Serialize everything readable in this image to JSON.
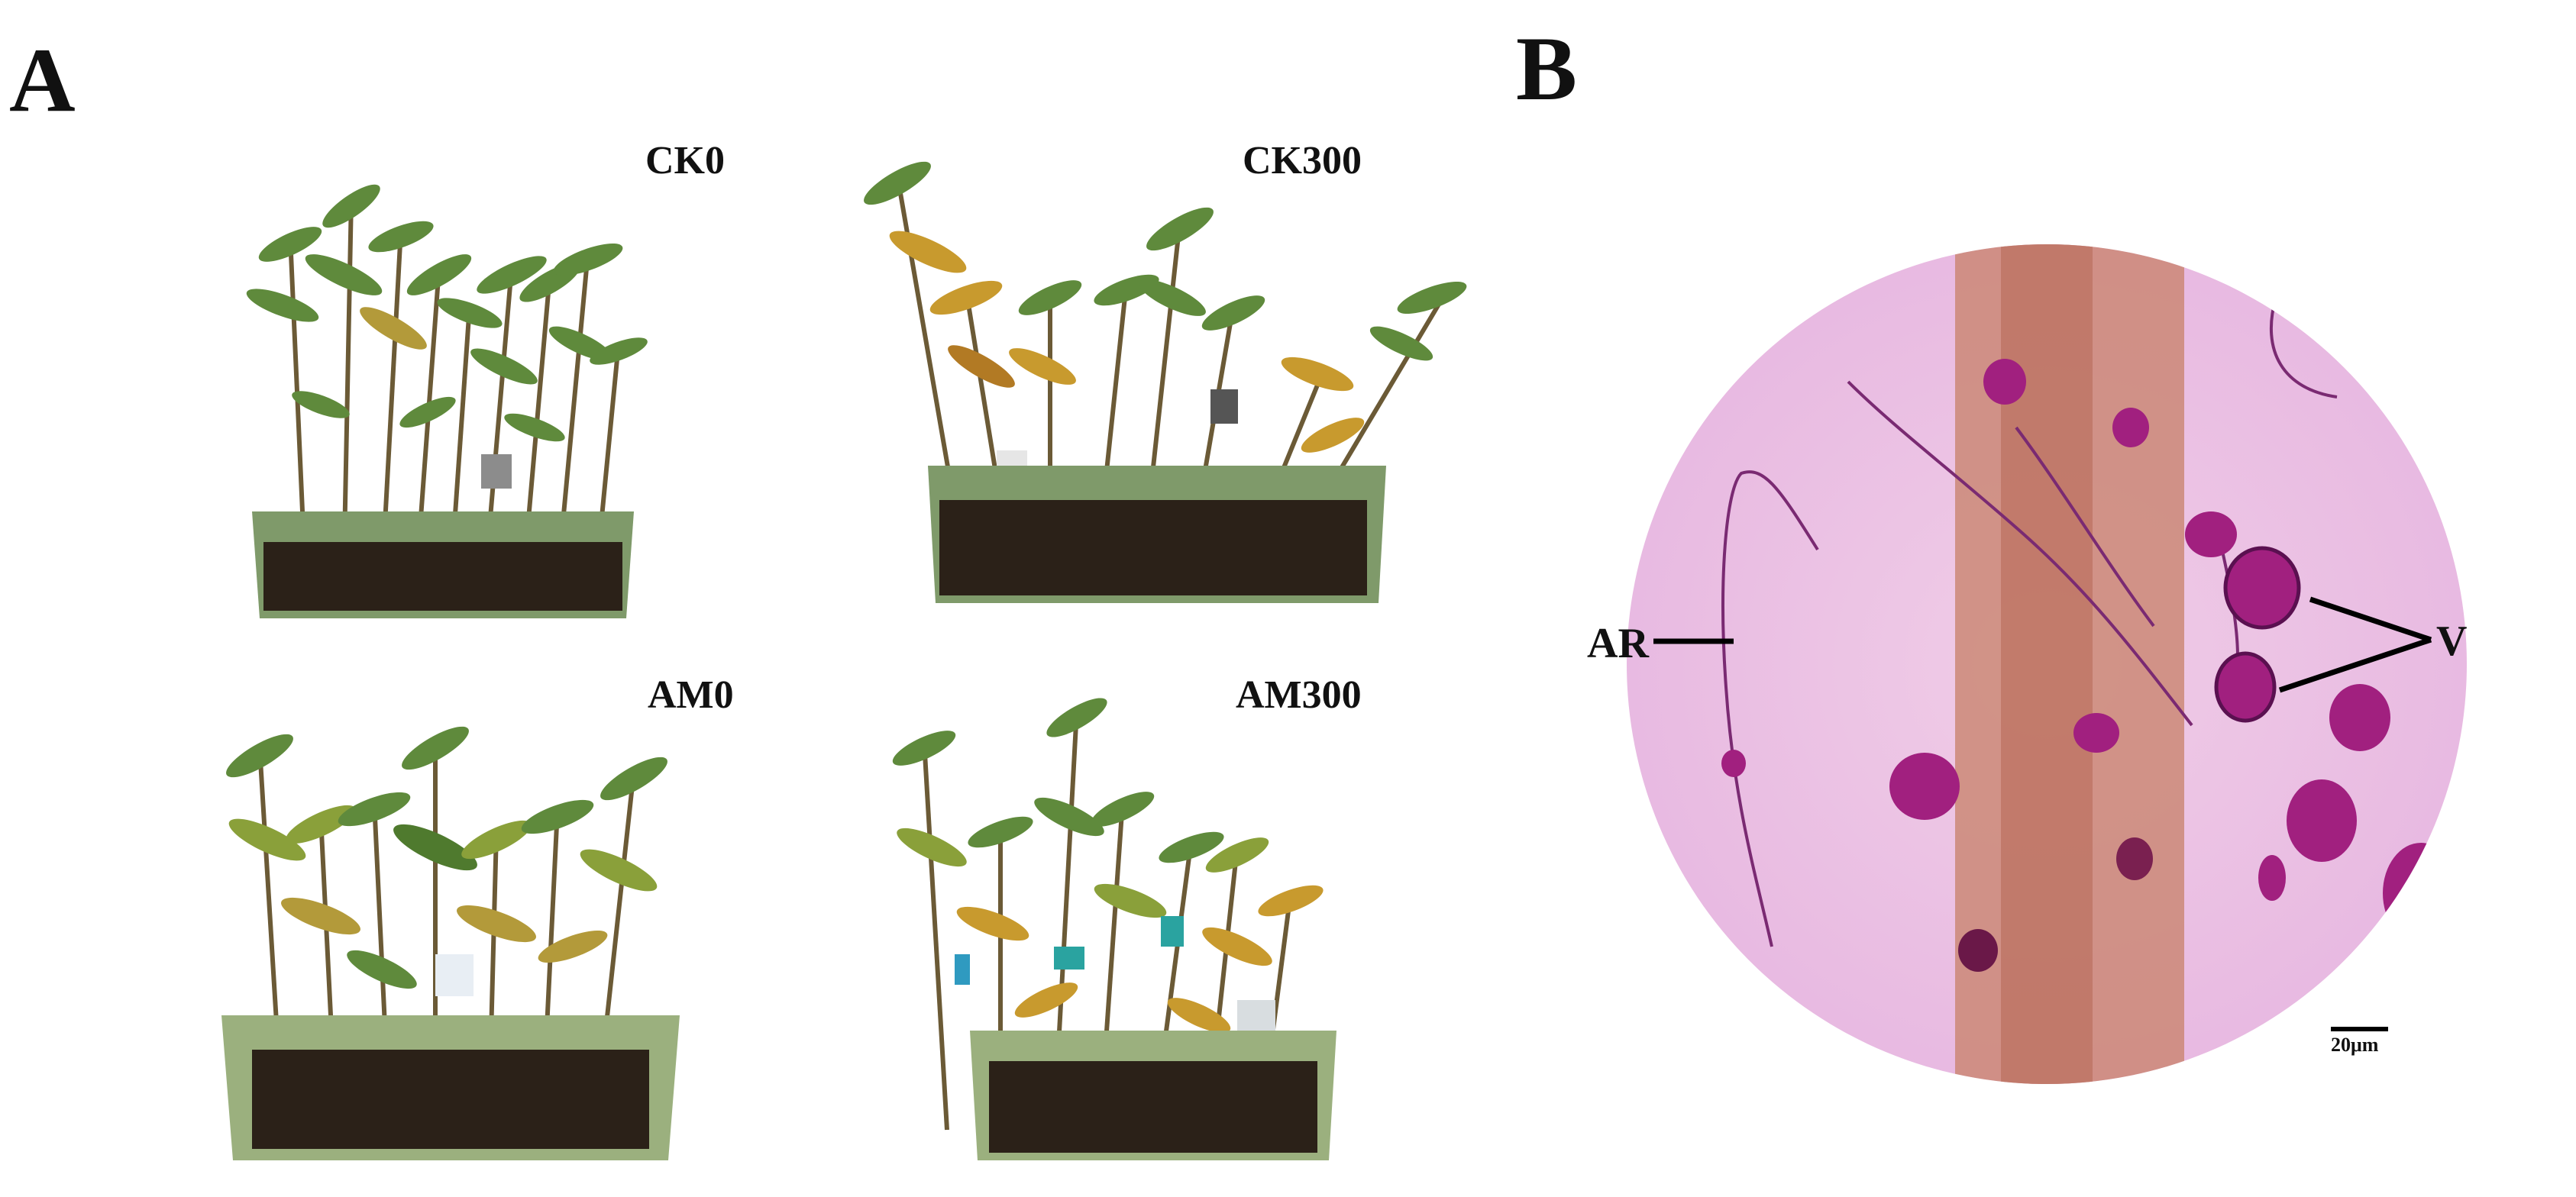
{
  "panels": {
    "A": {
      "letter": "A"
    },
    "B": {
      "letter": "B"
    }
  },
  "photos": [
    {
      "id": "CK0",
      "label": "CK0",
      "description_icon": "potted-seedlings-photo"
    },
    {
      "id": "CK300",
      "label": "CK300",
      "description_icon": "potted-seedlings-photo"
    },
    {
      "id": "AM0",
      "label": "AM0",
      "description_icon": "potted-seedlings-photo"
    },
    {
      "id": "AM300",
      "label": "AM300",
      "description_icon": "potted-seedlings-photo"
    }
  ],
  "micrograph": {
    "annotations": {
      "left": "AR",
      "right": "V"
    },
    "scale_bar": "20μm"
  },
  "colors": {
    "pot": "#7f9a6a",
    "soil": "#2b2118",
    "leaf_green": "#5f8a3c",
    "leaf_yellow": "#c89a2e",
    "stain": "#b0308f",
    "stain_light": "#e6b5e0"
  }
}
